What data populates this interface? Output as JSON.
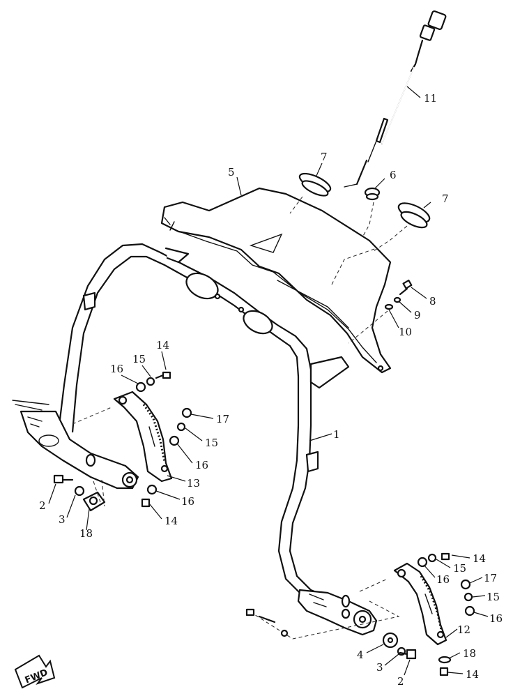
{
  "diagram": {
    "callouts": [
      {
        "id": "c11",
        "label": "11"
      },
      {
        "id": "c7a",
        "label": "7"
      },
      {
        "id": "c6",
        "label": "6"
      },
      {
        "id": "c7b",
        "label": "7"
      },
      {
        "id": "c5",
        "label": "5"
      },
      {
        "id": "c8",
        "label": "8"
      },
      {
        "id": "c9",
        "label": "9"
      },
      {
        "id": "c10",
        "label": "10"
      },
      {
        "id": "c14a",
        "label": "14"
      },
      {
        "id": "c15a",
        "label": "15"
      },
      {
        "id": "c16a",
        "label": "16"
      },
      {
        "id": "c17a",
        "label": "17"
      },
      {
        "id": "c15b",
        "label": "15"
      },
      {
        "id": "c16b",
        "label": "16"
      },
      {
        "id": "c1",
        "label": "1"
      },
      {
        "id": "c13",
        "label": "13"
      },
      {
        "id": "c16c",
        "label": "16"
      },
      {
        "id": "c14b",
        "label": "14"
      },
      {
        "id": "c2a",
        "label": "2"
      },
      {
        "id": "c3a",
        "label": "3"
      },
      {
        "id": "c18a",
        "label": "18"
      },
      {
        "id": "c14c",
        "label": "14"
      },
      {
        "id": "c15c",
        "label": "15"
      },
      {
        "id": "c16d",
        "label": "16"
      },
      {
        "id": "c17b",
        "label": "17"
      },
      {
        "id": "c15d",
        "label": "15"
      },
      {
        "id": "c16e",
        "label": "16"
      },
      {
        "id": "c12",
        "label": "12"
      },
      {
        "id": "c4",
        "label": "4"
      },
      {
        "id": "c3b",
        "label": "3"
      },
      {
        "id": "c18b",
        "label": "18"
      },
      {
        "id": "c2b",
        "label": "2"
      },
      {
        "id": "c14d",
        "label": "14"
      }
    ],
    "fwd_label": "FWD"
  }
}
